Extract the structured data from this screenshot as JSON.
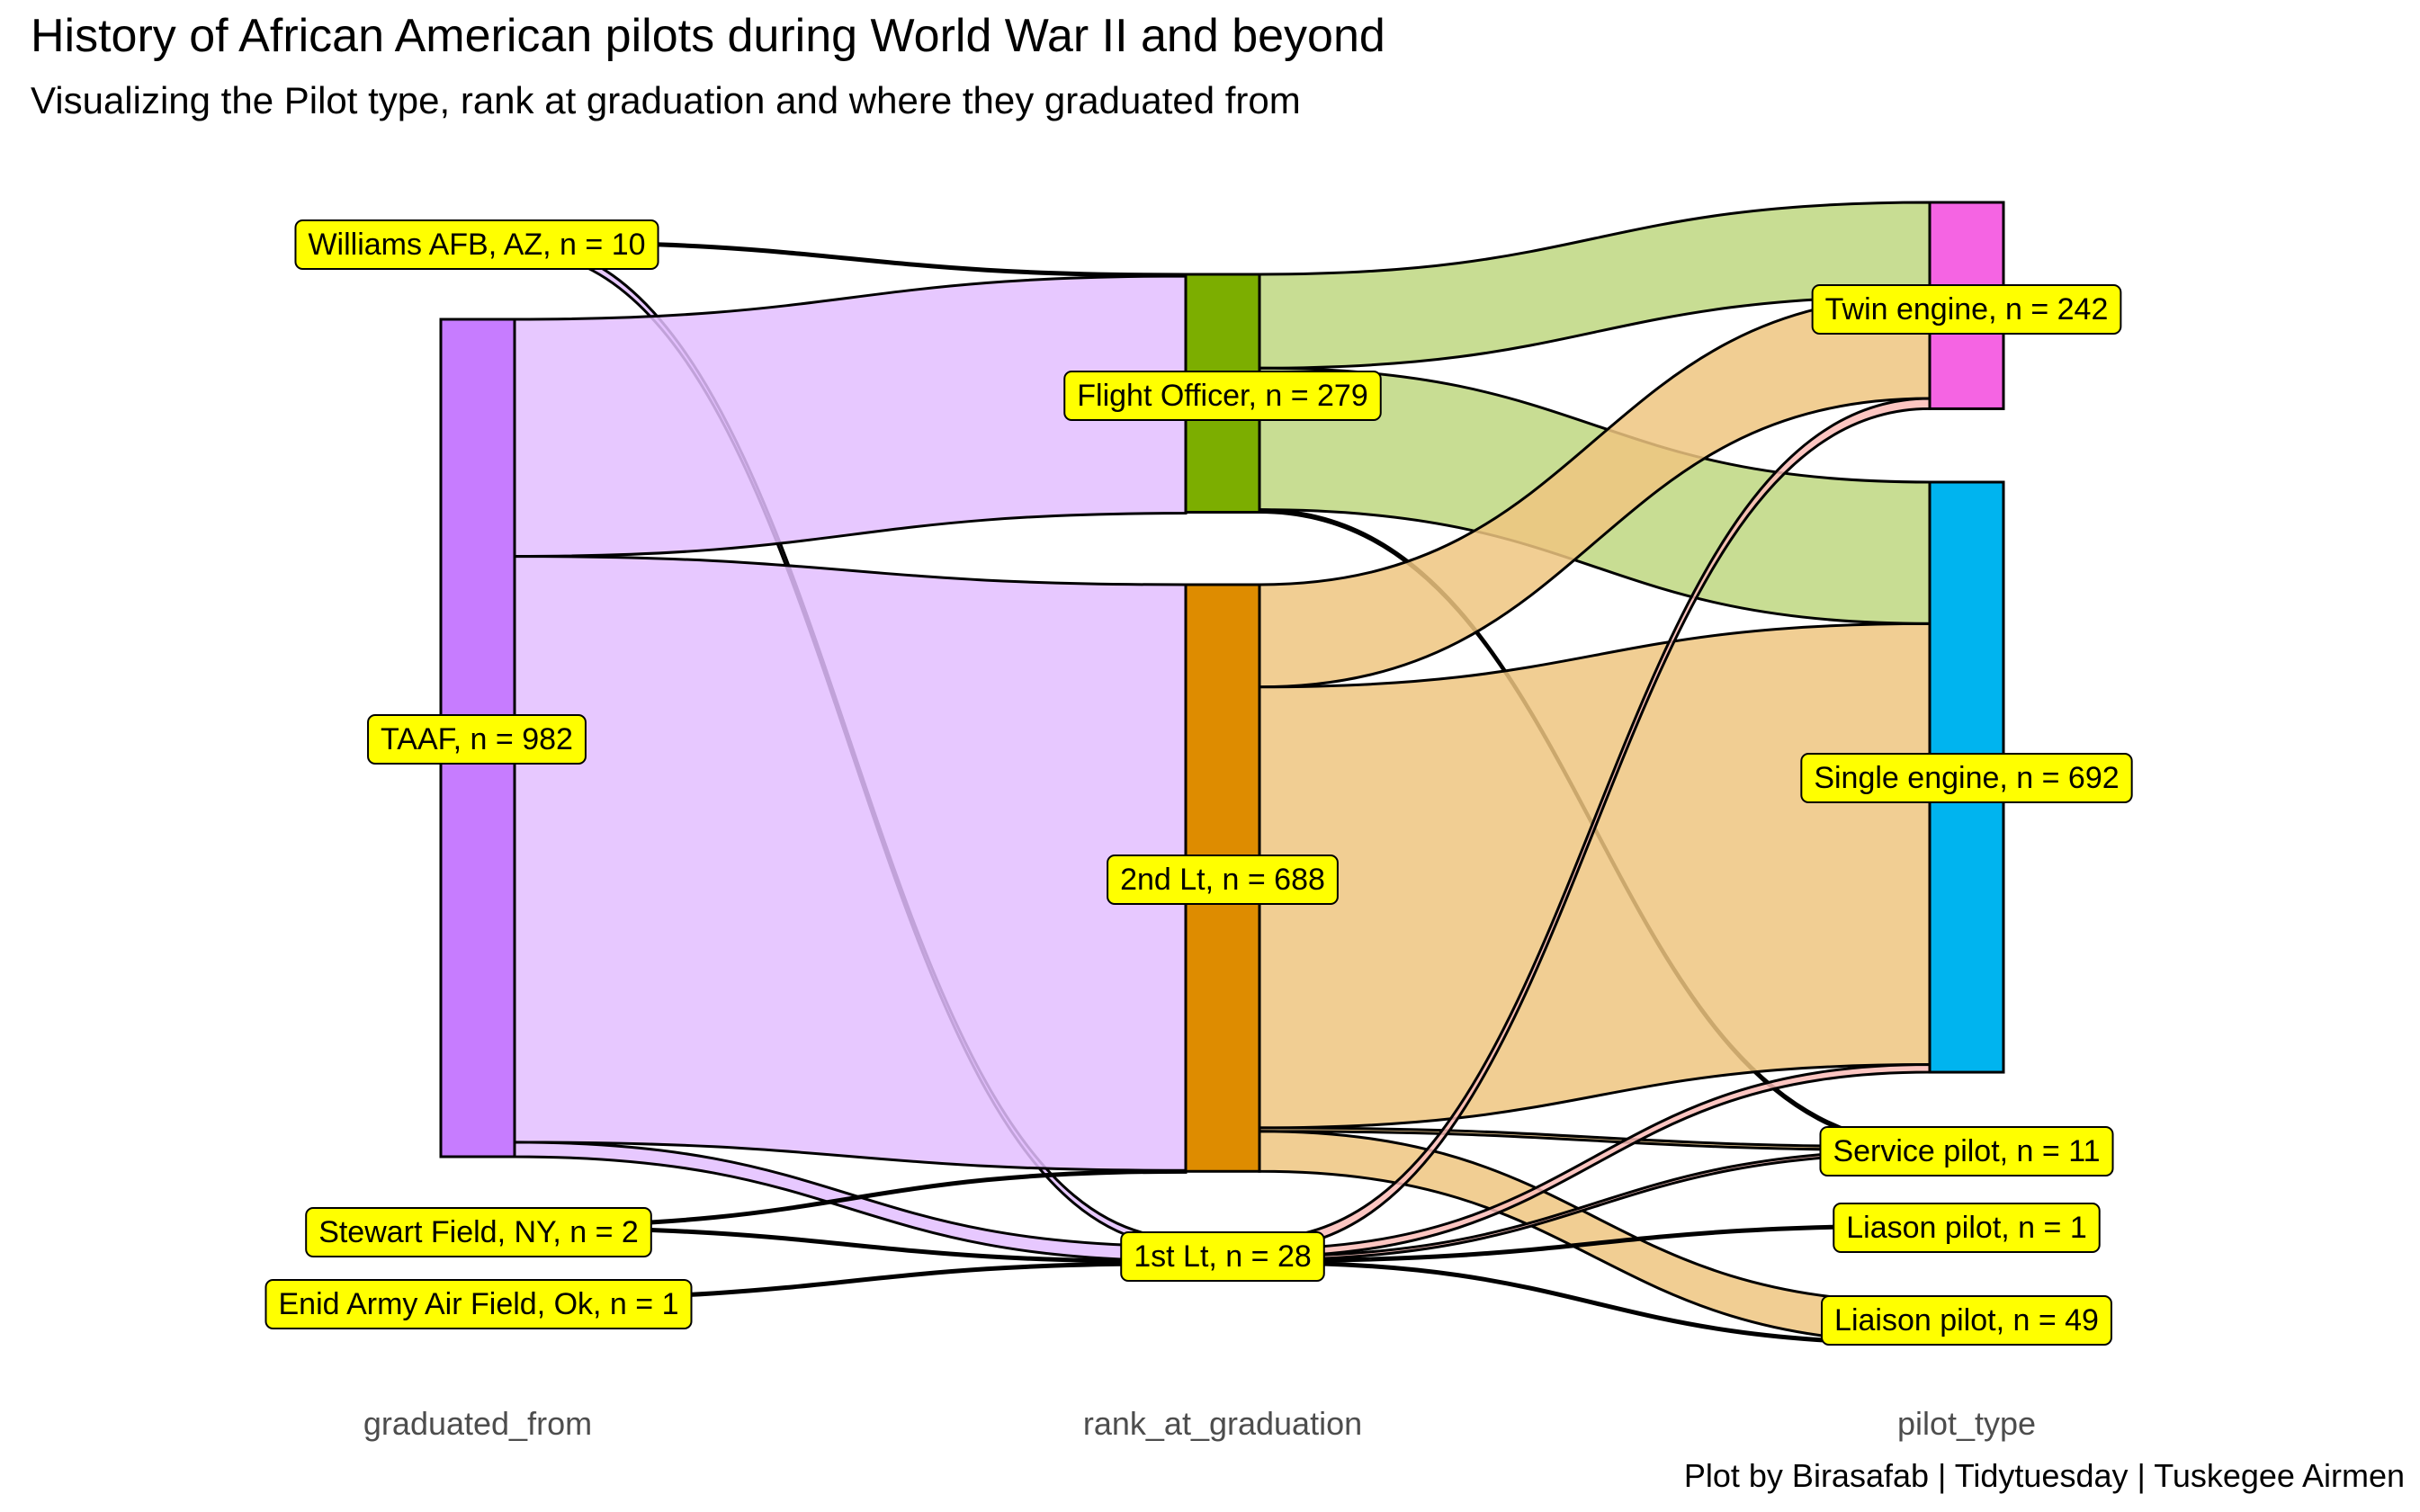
{
  "title": "History of African American pilots during World War II and beyond",
  "subtitle": "Visualizing the Pilot type, rank at graduation and where they graduated from",
  "caption": "Plot by Birasafab | Tidytuesday | Tuskegee Airmen",
  "chart_data": {
    "type": "sankey",
    "axes": [
      "graduated_from",
      "rank_at_graduation",
      "pilot_type"
    ],
    "nodes": [
      {
        "id": "williams",
        "axis": 0,
        "label": "Williams AFB, AZ, n = 10",
        "value": 10,
        "color": "#C77CFF"
      },
      {
        "id": "taaf",
        "axis": 0,
        "label": "TAAF, n = 982",
        "value": 982,
        "color": "#C77CFF"
      },
      {
        "id": "stewart",
        "axis": 0,
        "label": "Stewart Field, NY, n = 2",
        "value": 2,
        "color": "#C77CFF"
      },
      {
        "id": "enid",
        "axis": 0,
        "label": "Enid Army Air Field, Ok, n = 1",
        "value": 1,
        "color": "#C77CFF"
      },
      {
        "id": "fo",
        "axis": 1,
        "label": "Flight Officer, n = 279",
        "value": 279,
        "color": "#7CAE00"
      },
      {
        "id": "2lt",
        "axis": 1,
        "label": "2nd Lt, n = 688",
        "value": 688,
        "color": "#DE8C00"
      },
      {
        "id": "1lt",
        "axis": 1,
        "label": "1st Lt, n = 28",
        "value": 28,
        "color": "#F8766D"
      },
      {
        "id": "twin",
        "axis": 2,
        "label": "Twin engine, n = 242",
        "value": 242,
        "color": "#F564E3"
      },
      {
        "id": "single",
        "axis": 2,
        "label": "Single engine, n = 692",
        "value": 692,
        "color": "#00B4EF"
      },
      {
        "id": "service",
        "axis": 2,
        "label": "Service pilot, n = 11",
        "value": 11,
        "color": "#00BA38"
      },
      {
        "id": "liason",
        "axis": 2,
        "label": "Liason pilot, n = 1",
        "value": 1,
        "color": "#B79F00"
      },
      {
        "id": "liaison",
        "axis": 2,
        "label": "Liaison pilot, n = 49",
        "value": 49,
        "color": "#00C08B"
      }
    ],
    "links": [
      {
        "source": "williams",
        "target": "fo",
        "value": 1
      },
      {
        "source": "williams",
        "target": "1lt",
        "value": 9
      },
      {
        "source": "taaf",
        "target": "fo",
        "value": 278
      },
      {
        "source": "taaf",
        "target": "2lt",
        "value": 687
      },
      {
        "source": "taaf",
        "target": "1lt",
        "value": 17
      },
      {
        "source": "stewart",
        "target": "2lt",
        "value": 1
      },
      {
        "source": "stewart",
        "target": "1lt",
        "value": 1
      },
      {
        "source": "enid",
        "target": "1lt",
        "value": 1
      },
      {
        "source": "fo",
        "target": "twin",
        "value": 110
      },
      {
        "source": "fo",
        "target": "single",
        "value": 166
      },
      {
        "source": "fo",
        "target": "service",
        "value": 3
      },
      {
        "source": "2lt",
        "target": "twin",
        "value": 120
      },
      {
        "source": "2lt",
        "target": "single",
        "value": 517
      },
      {
        "source": "2lt",
        "target": "service",
        "value": 4
      },
      {
        "source": "2lt",
        "target": "liaison",
        "value": 47
      },
      {
        "source": "1lt",
        "target": "twin",
        "value": 12
      },
      {
        "source": "1lt",
        "target": "single",
        "value": 9
      },
      {
        "source": "1lt",
        "target": "service",
        "value": 4
      },
      {
        "source": "1lt",
        "target": "liason",
        "value": 1
      },
      {
        "source": "1lt",
        "target": "liaison",
        "value": 2
      }
    ],
    "label_box_color": "#FFFF00"
  }
}
